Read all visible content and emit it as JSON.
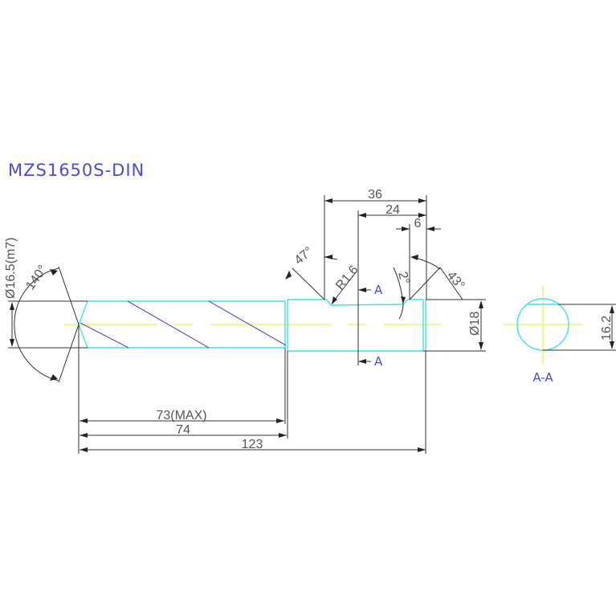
{
  "drawing": {
    "title": "MZS1650S-DIN",
    "colors": {
      "title": "#4a4adf",
      "outline": "#3fe0ef",
      "flute": "#4a4adf",
      "centerline": "#f2ef4a",
      "dimension": "#333333"
    },
    "dimensions": {
      "diameter_tip": "Ø16.5(m7)",
      "point_angle": "140°",
      "flute_length": "73(MAX)",
      "body_length": "74",
      "overall_length": "123",
      "groove_width": "36",
      "groove_to_end": "24",
      "end_land": "6",
      "groove_angle_left": "47°",
      "groove_radius": "R1.6",
      "groove_taper": "2°",
      "groove_angle_right": "43°",
      "shank_diameter": "Ø18",
      "section_diameter": "16.2"
    },
    "section": {
      "marker_top": "A",
      "marker_bottom": "A",
      "label": "A-A"
    }
  }
}
